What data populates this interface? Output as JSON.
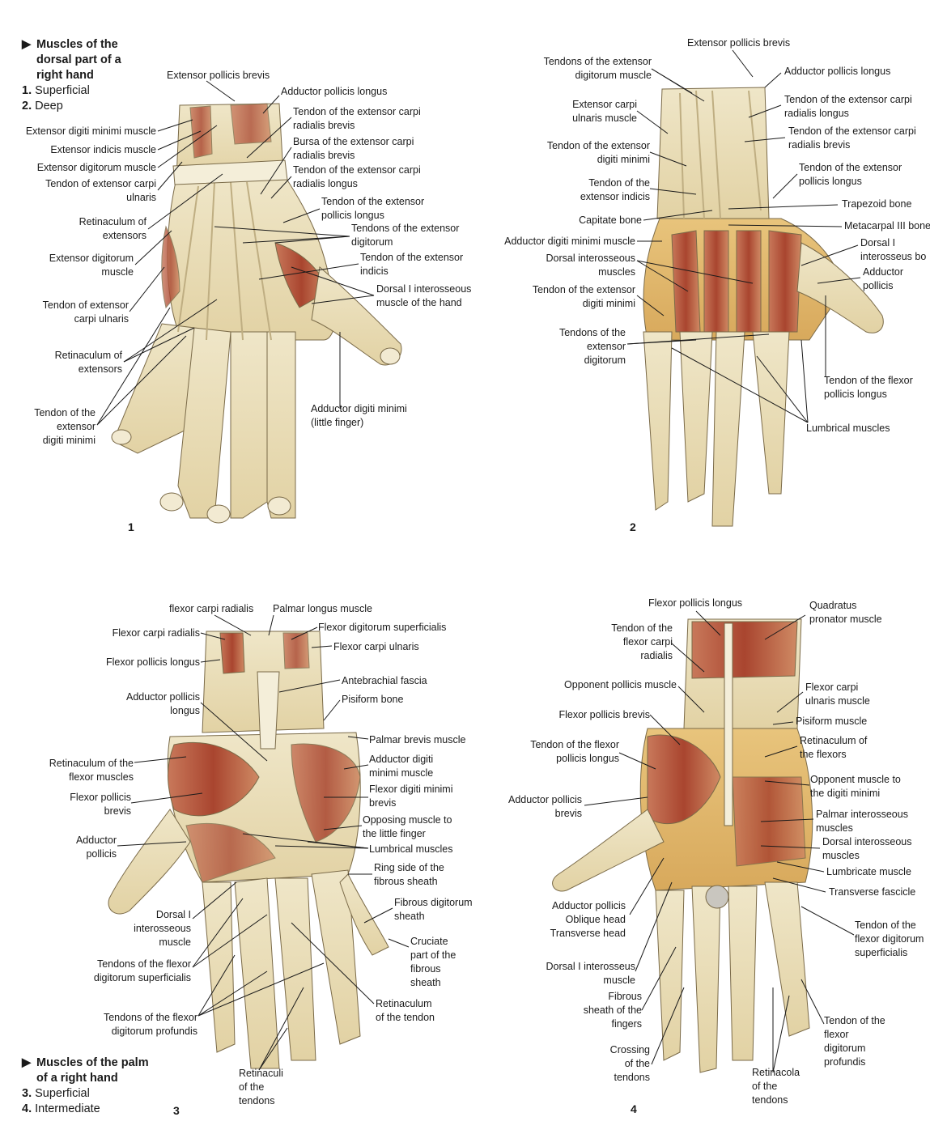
{
  "headings": {
    "dorsal": {
      "title": "Muscles of the\ndorsal part of a\nright hand",
      "items": [
        {
          "n": "1.",
          "t": "Superficial"
        },
        {
          "n": "2.",
          "t": "Deep"
        }
      ]
    },
    "palm": {
      "title": "Muscles of the palm\nof a right hand",
      "items": [
        {
          "n": "3.",
          "t": "Superficial"
        },
        {
          "n": "4.",
          "t": "Intermediate"
        }
      ]
    }
  },
  "figure_numbers": [
    "1",
    "2",
    "3",
    "4"
  ],
  "panel1": [
    "Extensor pollicis brevis",
    "Adductor pollicis longus",
    "Tendon of the extensor carpi\nradialis brevis",
    "Bursa of the extensor carpi\nradialis brevis",
    "Tendon of the extensor carpi\nradialis longus",
    "Tendon of the extensor\npollicis longus",
    "Tendons of the extensor\ndigitorum",
    "Tendon of the extensor\nindicis",
    "Dorsal I interosseous\nmuscle of the hand",
    "Adductor digiti minimi\n(little finger)",
    "Extensor digiti minimi muscle",
    "Extensor indicis muscle",
    "Extensor digitorum muscle",
    "Tendon of extensor carpi\nulnaris",
    "Retinaculum of\nextensors",
    "Extensor digitorum\nmuscle",
    "Tendon of extensor\ncarpi ulnaris",
    "Retinaculum of\nextensors",
    "Tendon of the\nextensor\ndigiti minimi"
  ],
  "panel2": [
    "Extensor pollicis brevis",
    "Adductor pollicis longus",
    "Tendon of the extensor carpi\nradialis longus",
    "Tendon of the extensor carpi\nradialis brevis",
    "Tendon of the extensor\npollicis longus",
    "Trapezoid bone",
    "Metacarpal III bone",
    "Dorsal I\ninterosseus bo",
    "Adductor\npollicis",
    "Tendon of the flexor\npollicis longus",
    "Lumbrical muscles",
    "Tendons of the extensor\ndigitorum muscle",
    "Extensor carpi\nulnaris muscle",
    "Tendon of the extensor\ndigiti minimi",
    "Tendon of the\nextensor indicis",
    "Capitate bone",
    "Adductor digiti minimi muscle",
    "Dorsal interosseous\nmuscles",
    "Tendon of the extensor\ndigiti minimi",
    "Tendons of the\nextensor\ndigitorum"
  ],
  "panel3": [
    "flexor carpi radialis",
    "Palmar longus muscle",
    "Flexor digitorum superficialis",
    "Flexor carpi ulnaris",
    "Antebrachial fascia",
    "Pisiform bone",
    "Palmar brevis muscle",
    "Adductor digiti\nminimi muscle",
    "Flexor digiti minimi\nbrevis",
    "Opposing muscle to\nthe little finger",
    "Lumbrical muscles",
    "Ring side of the\nfibrous sheath",
    "Fibrous digitorum\nsheath",
    "Cruciate\npart of the\nfibrous\nsheath",
    "Retinaculum\nof the tendon",
    "Flexor carpi radialis",
    "Flexor pollicis longus",
    "Adductor pollicis\nlongus",
    "Retinaculum of the\nflexor muscles",
    "Flexor pollicis\nbrevis",
    "Adductor\npollicis",
    "Dorsal I\ninterosseous\nmuscle",
    "Tendons of the flexor\ndigitorum superficialis",
    "Tendons of the flexor\ndigitorum profundis",
    "Retinaculi\nof the\ntendons"
  ],
  "panel4": [
    "Flexor pollicis longus",
    "Quadratus\npronator muscle",
    "Flexor carpi\nulnaris muscle",
    "Pisiform muscle",
    "Retinaculum of\nthe flexors",
    "Opponent muscle to\nthe digiti minimi",
    "Palmar interosseous\nmuscles",
    "Dorsal interosseous\nmuscles",
    "Lumbricate muscle",
    "Transverse fascicle",
    "Tendon of the\nflexor digitorum\nsuperficialis",
    "Tendon of the\nflexor\ndigitorum\nprofundis",
    "Tendon of the\nflexor carpi\nradialis",
    "Opponent pollicis muscle",
    "Flexor pollicis brevis",
    "Tendon of the flexor\npollicis longus",
    "Adductor pollicis\nbrevis",
    "Adductor pollicis\nOblique head\nTransverse head",
    "Dorsal I interosseus\nmuscle",
    "Fibrous\nsheath of the\nfingers",
    "Crossing\nof the\ntendons",
    "Retinacola\nof the\ntendons"
  ],
  "colors": {
    "skin": "#e8dcb8",
    "tendon": "#f1ead2",
    "muscle": "#b5503a",
    "muscle_light": "#d08a62",
    "outline": "#7a6a48",
    "text": "#1a1a1a"
  }
}
